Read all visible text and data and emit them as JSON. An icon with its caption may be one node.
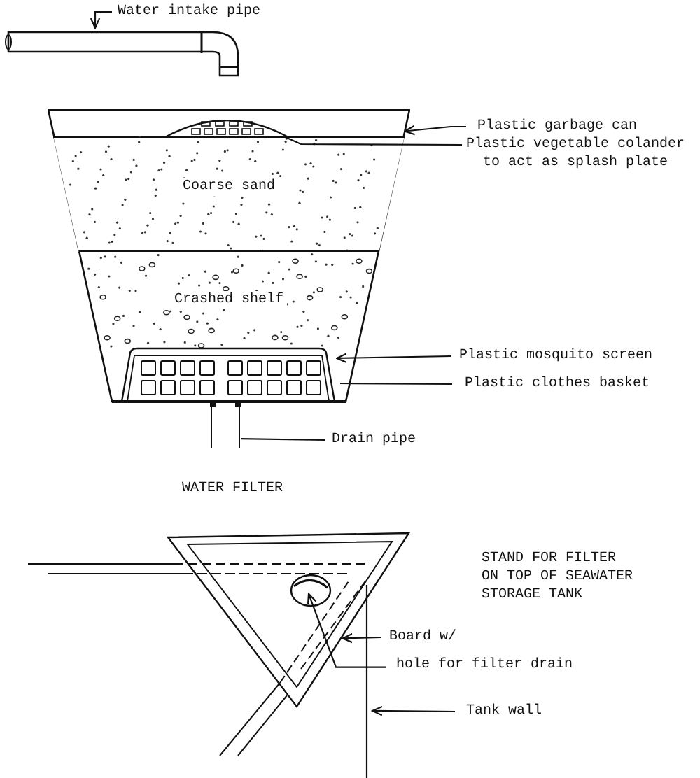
{
  "diagram": {
    "nodes": [
      {
        "text": [
          "Water intake pipe"
        ]
      },
      {
        "text": [],
        "shape": "pipe"
      },
      {
        "text": [],
        "shape": "bucket"
      },
      {
        "text": [],
        "shape": "dome",
        "in": 2
      },
      {
        "text": [
          "Coarse sand"
        ],
        "in": 2
      },
      {
        "text": [
          "Crashed shelf"
        ],
        "in": 2
      },
      {
        "text": [],
        "shape": "box",
        "in": 2
      },
      {
        "text": [],
        "shape": "pipe"
      },
      {
        "text": [
          "Plastic garbage can"
        ]
      },
      {
        "text": [
          "Plastic vegetable colander to act as splash plate"
        ]
      },
      {
        "text": [
          "Plastic mosquito screen"
        ]
      },
      {
        "text": [
          "Plastic clothes basket"
        ]
      },
      {
        "text": [
          "Drain pipe"
        ]
      },
      {
        "text": [],
        "shape": "triangle"
      },
      {
        "text": [],
        "shape": "circle",
        "in": 13
      },
      {
        "text": [],
        "shape": "line"
      },
      {
        "text": [
          "Board w/"
        ]
      },
      {
        "text": [
          "hole for filter drain"
        ]
      },
      {
        "text": [
          "Tank wall"
        ]
      }
    ],
    "edges": [
      {
        "from": 0,
        "to": 1,
        "arrow": "to"
      },
      {
        "from": 8,
        "to": 2,
        "arrow": "to"
      },
      {
        "from": 9,
        "to": 3,
        "arrow": "none"
      },
      {
        "from": 10,
        "to": 6,
        "arrow": "to"
      },
      {
        "from": 11,
        "to": 6,
        "arrow": "none"
      },
      {
        "from": 12,
        "to": 7,
        "arrow": "none"
      },
      {
        "from": 16,
        "to": 13,
        "arrow": "to"
      },
      {
        "from": 17,
        "to": 14,
        "arrow": "to"
      },
      {
        "from": 18,
        "to": 15,
        "arrow": "to"
      }
    ],
    "labels": [
      "WATER FILTER",
      "STAND FOR FILTER ON TOP OF SEAWATER STORAGE TANK"
    ]
  }
}
